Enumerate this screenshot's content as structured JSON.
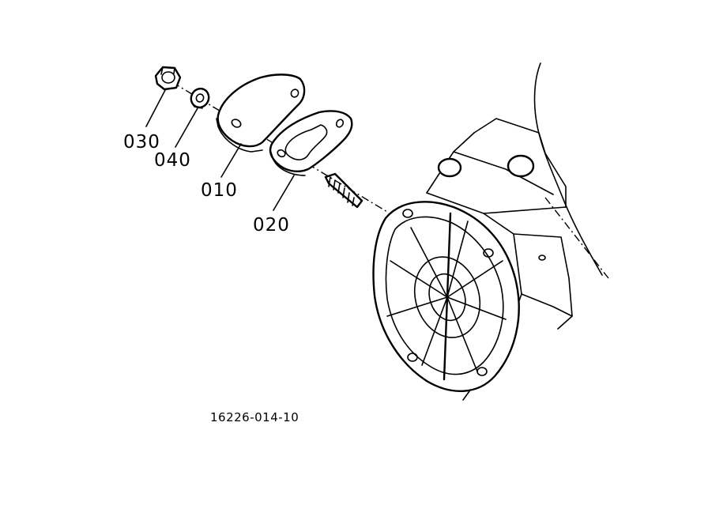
{
  "diagram": {
    "callouts": [
      {
        "id": "030",
        "label": "030"
      },
      {
        "id": "040",
        "label": "040"
      },
      {
        "id": "010",
        "label": "010"
      },
      {
        "id": "020",
        "label": "020"
      }
    ],
    "reference_number": "16226-014-10"
  }
}
